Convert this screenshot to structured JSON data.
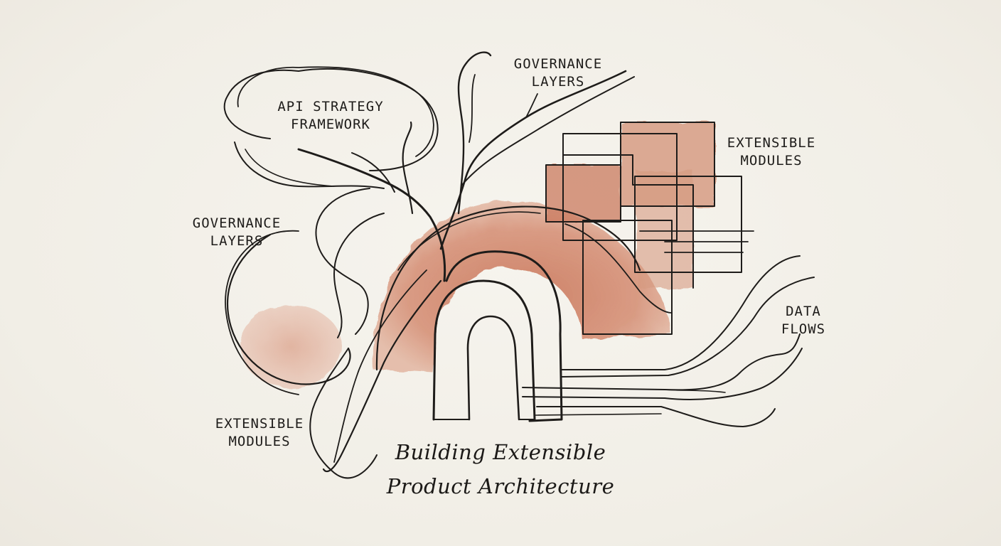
{
  "labels": {
    "api_strategy": {
      "line1": "API STRATEGY",
      "line2": "FRAMEWORK"
    },
    "governance_top": {
      "line1": "GOVERNANCE",
      "line2": "LAYERS"
    },
    "governance_left": {
      "line1": "GOVERNANCE",
      "line2": "LAYERS"
    },
    "extensible_right": {
      "line1": "EXTENSIBLE",
      "line2": "MODULES"
    },
    "extensible_left": {
      "line1": "EXTENSIBLE",
      "line2": "MODULES"
    },
    "data_flows": {
      "line1": "DATA",
      "line2": "FLOWS"
    }
  },
  "title": {
    "line1": "Building Extensible",
    "line2": "Product Architecture"
  },
  "colors": {
    "ink": "#1e1c1a",
    "terracotta": "#c8765a",
    "terracotta_light": "#d9a089",
    "paper": "#f3f0e9"
  }
}
